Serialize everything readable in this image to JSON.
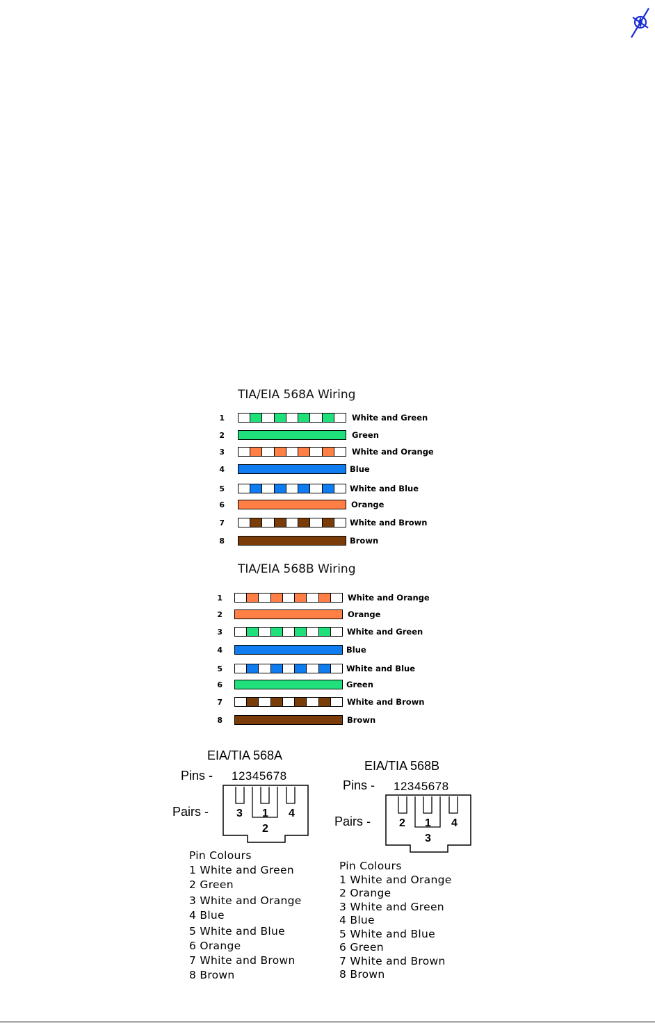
{
  "logo": {
    "icon": "compass-logo-icon",
    "color": "#1a2fd6"
  },
  "colors": {
    "green": "#20e07c",
    "orange": "#ff7f45",
    "blue": "#0f7cf0",
    "brown": "#7a3d09",
    "white": "#ffffff"
  },
  "diagram_a": {
    "title": "TIA/EIA 568A Wiring",
    "rows": [
      {
        "pin": "1",
        "label": "White and Green",
        "color": "green",
        "striped": true
      },
      {
        "pin": "2",
        "label": "Green",
        "color": "green",
        "striped": false
      },
      {
        "pin": "3",
        "label": "White and Orange",
        "color": "orange",
        "striped": true
      },
      {
        "pin": "4",
        "label": "Blue",
        "color": "blue",
        "striped": false
      },
      {
        "pin": "5",
        "label": "White and Blue",
        "color": "blue",
        "striped": true
      },
      {
        "pin": "6",
        "label": "Orange",
        "color": "orange",
        "striped": false
      },
      {
        "pin": "7",
        "label": "White and Brown",
        "color": "brown",
        "striped": true
      },
      {
        "pin": "8",
        "label": "Brown",
        "color": "brown",
        "striped": false
      }
    ]
  },
  "diagram_b": {
    "title": "TIA/EIA 568B Wiring",
    "rows": [
      {
        "pin": "1",
        "label": "White and Orange",
        "color": "orange",
        "striped": true
      },
      {
        "pin": "2",
        "label": "Orange",
        "color": "orange",
        "striped": false
      },
      {
        "pin": "3",
        "label": "White and Green",
        "color": "green",
        "striped": true
      },
      {
        "pin": "4",
        "label": "Blue",
        "color": "blue",
        "striped": false
      },
      {
        "pin": "5",
        "label": "White and Blue",
        "color": "blue",
        "striped": true
      },
      {
        "pin": "6",
        "label": "Green",
        "color": "green",
        "striped": false
      },
      {
        "pin": "7",
        "label": "White and Brown",
        "color": "brown",
        "striped": true
      },
      {
        "pin": "8",
        "label": "Brown",
        "color": "brown",
        "striped": false
      }
    ]
  },
  "connector_a": {
    "title": "EIA/TIA 568A",
    "pins_label": "Pins -",
    "pins_digits": "12345678",
    "pairs_label": "Pairs -",
    "pair_left": "3",
    "pair_center_top": "1",
    "pair_center_bottom": "2",
    "pair_right": "4",
    "colours_heading": "Pin Colours",
    "colours": [
      "1 White and Green",
      "2 Green",
      "3 White and Orange",
      "4 Blue",
      "5 White and Blue",
      "6 Orange",
      "7 White and Brown",
      "8 Brown"
    ]
  },
  "connector_b": {
    "title": "EIA/TIA 568B",
    "pins_label": "Pins -",
    "pins_digits": "12345678",
    "pairs_label": "Pairs -",
    "pair_left": "2",
    "pair_center_top": "1",
    "pair_center_bottom": "3",
    "pair_right": "4",
    "colours_heading": "Pin Colours",
    "colours": [
      "1 White and Orange",
      "2 Orange",
      "3 White and Green",
      "4 Blue",
      "5 White and Blue",
      "6 Green",
      "7 White and Brown",
      "8 Brown"
    ]
  }
}
